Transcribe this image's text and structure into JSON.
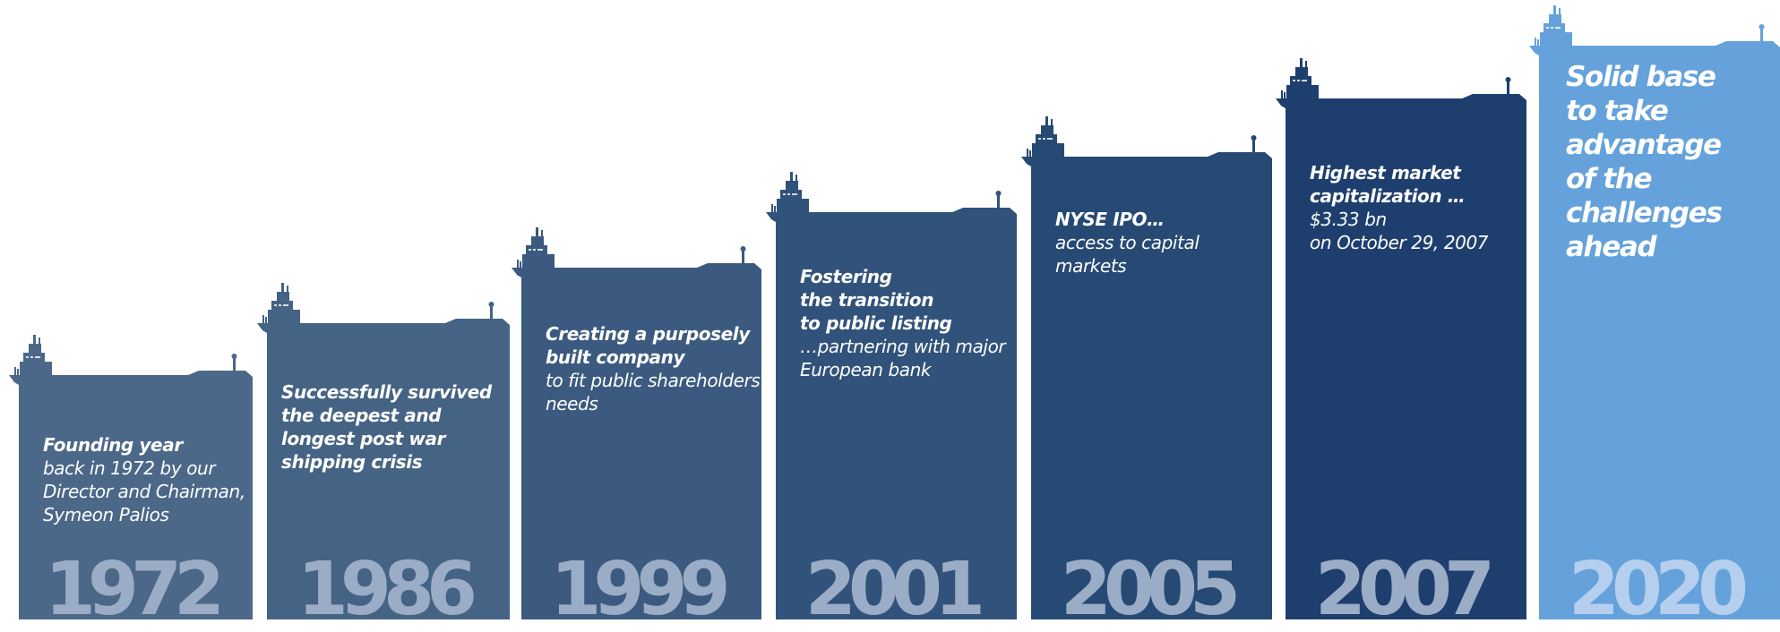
{
  "colors": {
    "background": "#ffffff",
    "text": "#ffffff",
    "year_text": "#9badc6",
    "year_text_highlight": "#b6cfee"
  },
  "milestones": [
    {
      "year": "1972",
      "title": "Founding year",
      "body": "back in 1972 by our\nDirector and Chairman,\nSymeon Palios",
      "color": "#4b6889"
    },
    {
      "year": "1986",
      "title": "Successfully survived\nthe deepest and\nlongest  post war\nshipping crisis",
      "body": "",
      "color": "#456384"
    },
    {
      "year": "1999",
      "title": "Creating a purposely\nbuilt company",
      "body": "to fit public shareholders\nneeds",
      "color": "#3c5a7f"
    },
    {
      "year": "2001",
      "title": "Fostering\nthe transition\nto public listing",
      "body": "…partnering with major\nEuropean bank",
      "color": "#31527a"
    },
    {
      "year": "2005",
      "title": "NYSE IPO…",
      "body": "access to capital markets",
      "color": "#264a74"
    },
    {
      "year": "2007",
      "title": "Highest market\ncapitalization …",
      "body": "$3.33 bn\non October 29, 2007",
      "color": "#1e3f6e"
    },
    {
      "year": "2020",
      "title": "Solid base\nto take\nadvantage\nof the\nchallenges\nahead",
      "body": "",
      "color": "#65a2db"
    }
  ]
}
